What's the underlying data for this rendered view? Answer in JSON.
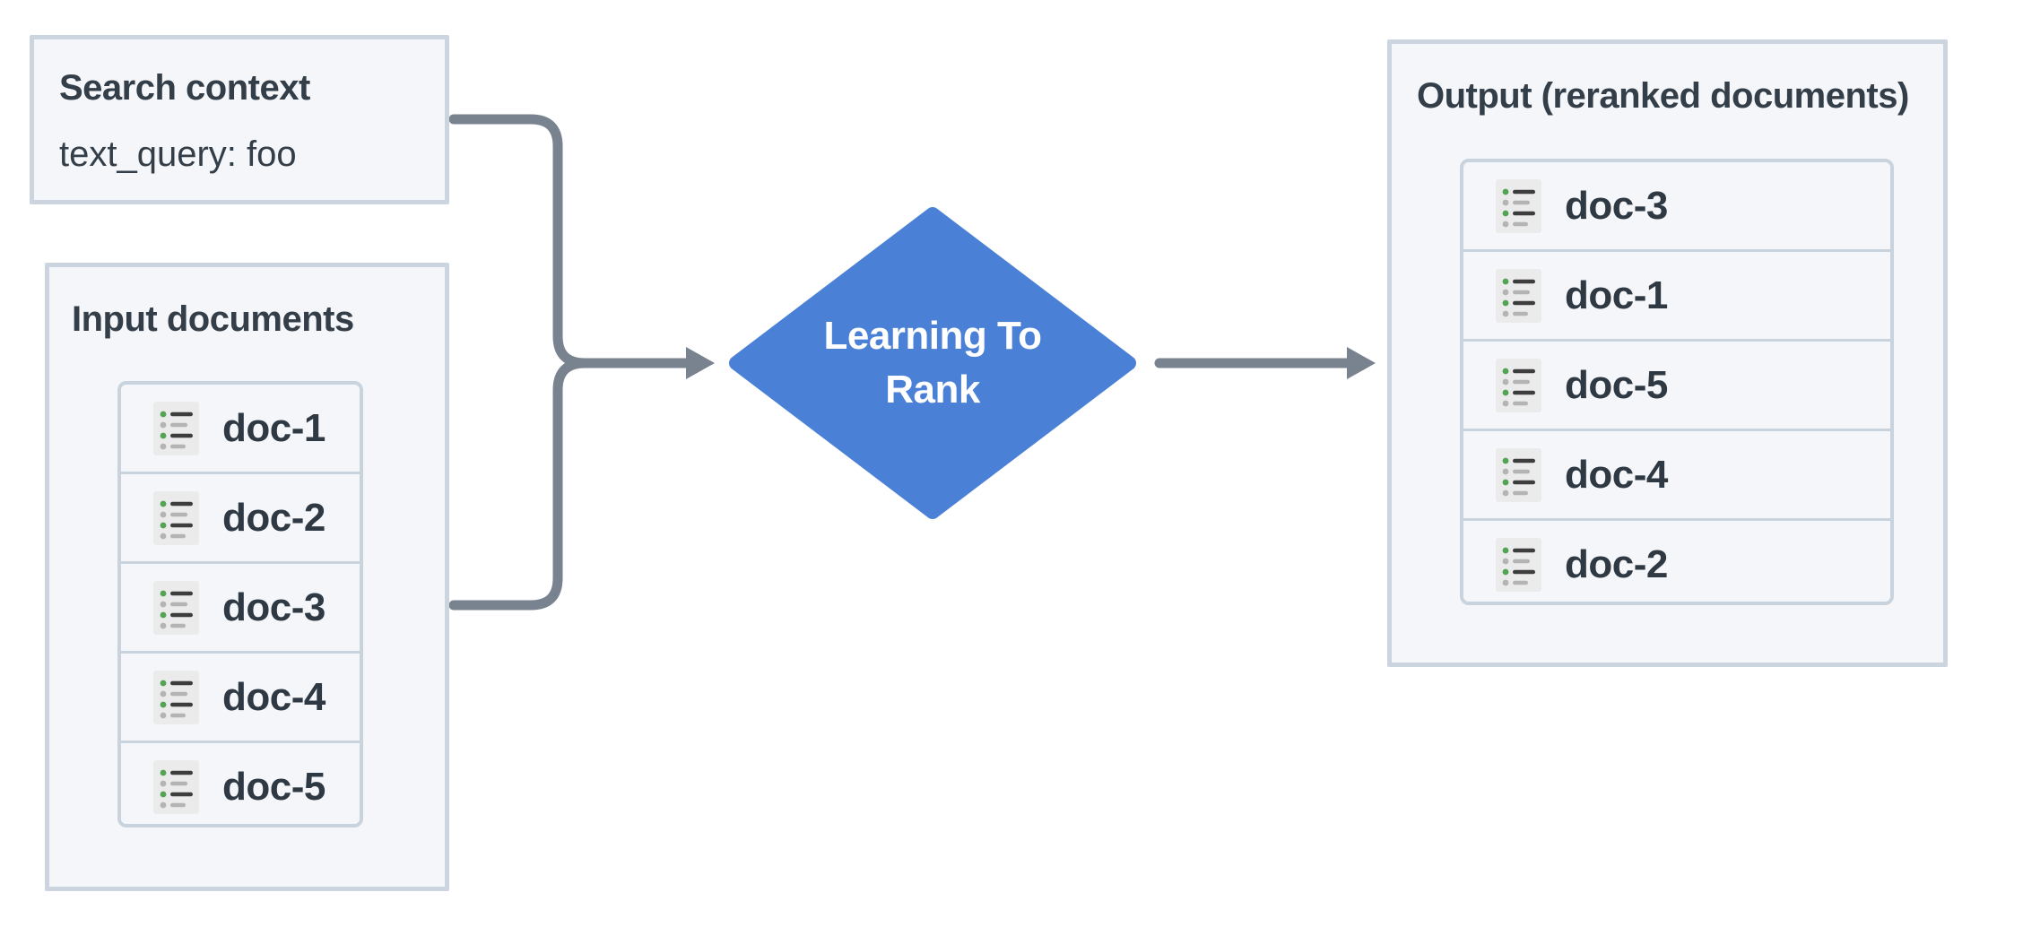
{
  "diagram": {
    "search_context": {
      "title": "Search context",
      "query": "text_query: foo"
    },
    "input_documents": {
      "title": "Input documents",
      "items": [
        "doc-1",
        "doc-2",
        "doc-3",
        "doc-4",
        "doc-5"
      ]
    },
    "processor": {
      "label": "Learning To Rank",
      "lines": [
        "Learning To",
        "Rank"
      ]
    },
    "output_documents": {
      "title": "Output (reranked documents)",
      "items": [
        "doc-3",
        "doc-1",
        "doc-5",
        "doc-4",
        "doc-2"
      ]
    },
    "icons": {
      "document_item": "list-bullets-icon"
    },
    "colors": {
      "node_fill": "#4a80d6",
      "node_text": "#ffffff",
      "connector": "#79828f",
      "box_fill": "#f4f6f9",
      "box_border": "#ccd5df",
      "text": "#333e49",
      "icon_bg": "#ebebeb",
      "icon_green": "#52a352",
      "icon_gray": "#b4b4b4",
      "icon_dark": "#3d3d3d"
    }
  }
}
